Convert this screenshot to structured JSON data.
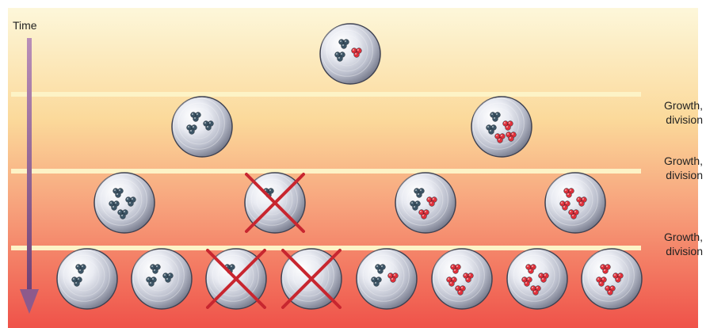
{
  "time_axis": {
    "label": "Time"
  },
  "stage_labels": [
    "Growth,\ndivision",
    "Growth,\ndivision",
    "Growth,\ndivision"
  ],
  "colors": {
    "band_top": "#fdf5d4",
    "band_bottom": "#f0584e",
    "separator": "#fdf3c6",
    "arrow": "#8d5a8c",
    "cross": "#c8262f",
    "dark_cluster": "#3d5566",
    "red_cluster": "#e0303a"
  },
  "rows": [
    {
      "cells": [
        {
          "dark": 2,
          "red": 1,
          "eliminated": false
        }
      ]
    },
    {
      "cells": [
        {
          "dark": 3,
          "red": 0,
          "eliminated": false
        },
        {
          "dark": 2,
          "red": 3,
          "eliminated": false
        }
      ]
    },
    {
      "cells": [
        {
          "dark": 4,
          "red": 0,
          "eliminated": false
        },
        {
          "dark": 1,
          "red": 0,
          "eliminated": true
        },
        {
          "dark": 2,
          "red": 2,
          "eliminated": false
        },
        {
          "dark": 0,
          "red": 4,
          "eliminated": false
        }
      ]
    },
    {
      "cells": [
        {
          "dark": 2,
          "red": 0,
          "eliminated": false
        },
        {
          "dark": 3,
          "red": 0,
          "eliminated": false
        },
        {
          "dark": 1,
          "red": 0,
          "eliminated": true
        },
        {
          "dark": 0,
          "red": 0,
          "eliminated": true
        },
        {
          "dark": 2,
          "red": 1,
          "eliminated": false
        },
        {
          "dark": 0,
          "red": 4,
          "eliminated": false
        },
        {
          "dark": 0,
          "red": 4,
          "eliminated": false
        },
        {
          "dark": 0,
          "red": 4,
          "eliminated": false
        }
      ]
    }
  ]
}
